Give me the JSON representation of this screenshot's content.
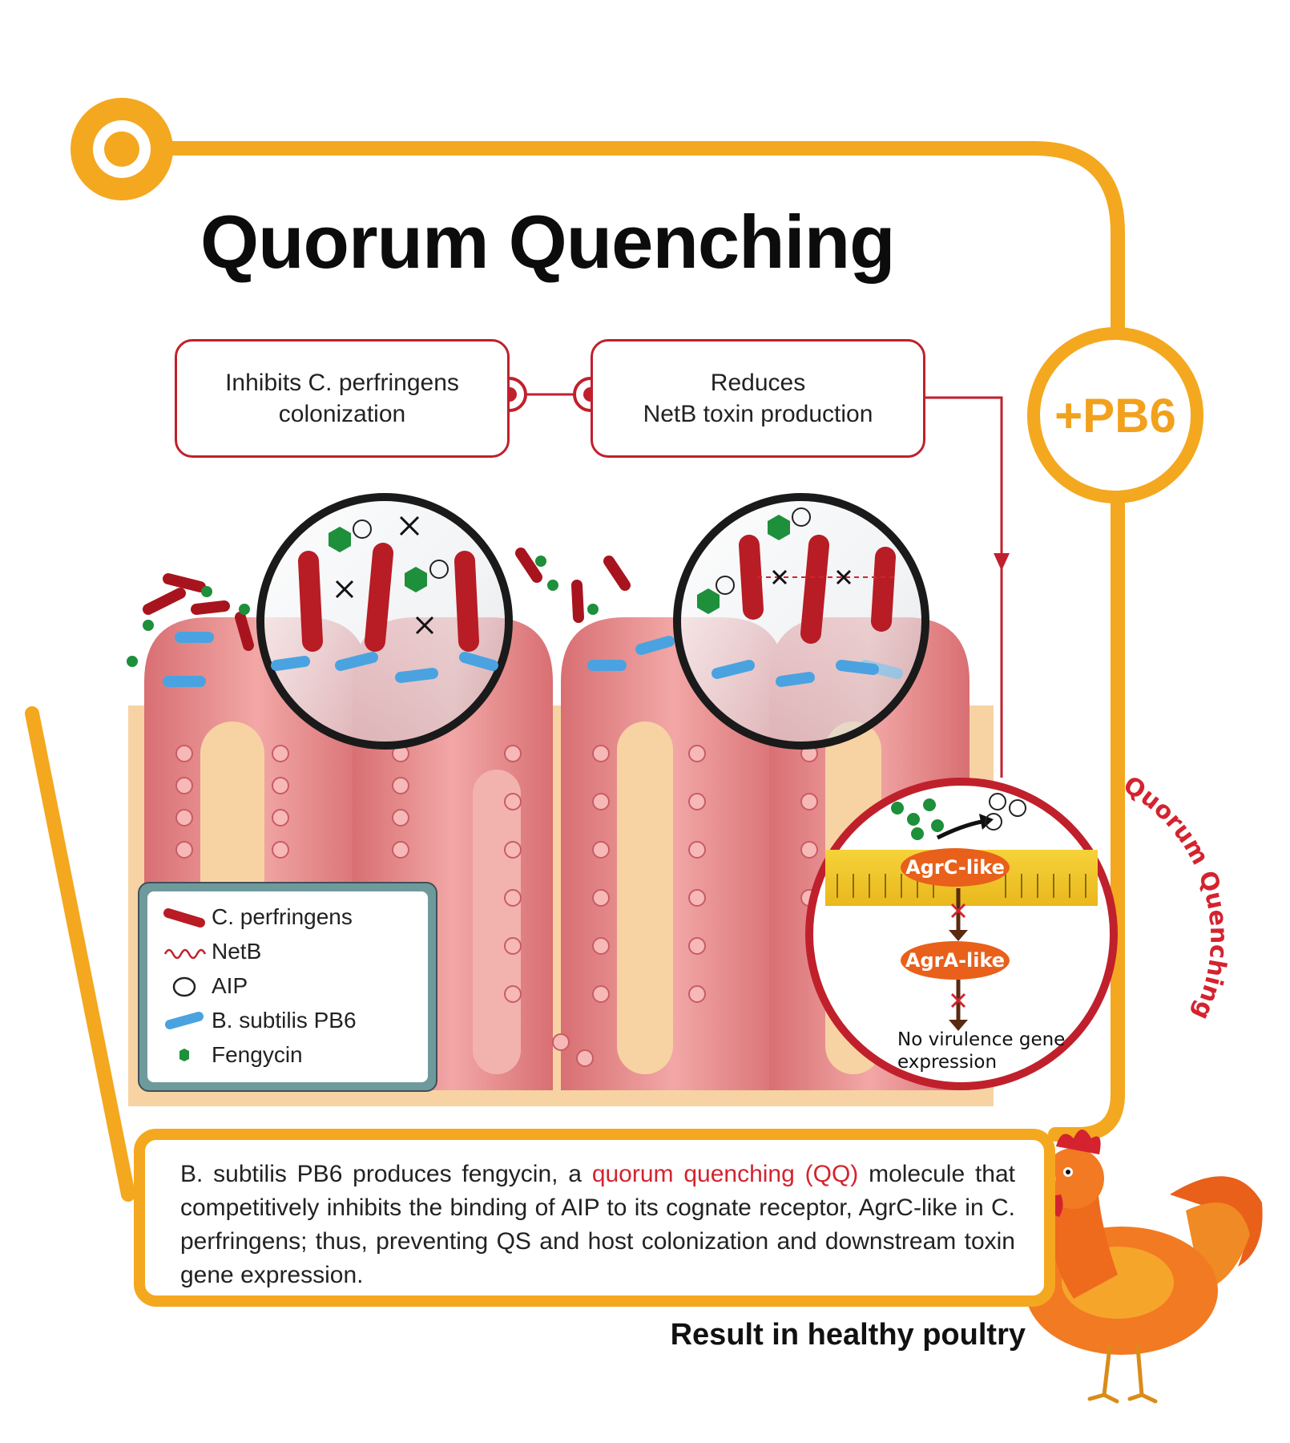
{
  "title": "Quorum Quenching",
  "box_left": {
    "line1": "Inhibits C. perfringens",
    "line2": "colonization"
  },
  "box_right": {
    "line1": "Reduces",
    "line2": "NetB toxin production"
  },
  "badge": "+PB6",
  "side_label": "Quorum Quenching",
  "mechanism": {
    "receptor": "AgrC-like",
    "regulator": "AgrA-like",
    "outcome_line1": "No virulence gene",
    "outcome_line2": "expression"
  },
  "legend": {
    "items": [
      {
        "label": "C. perfringens",
        "icon": "red-rod-icon"
      },
      {
        "label": "NetB",
        "icon": "wavy-line-icon"
      },
      {
        "label": "AIP",
        "icon": "ring-icon"
      },
      {
        "label": "B. subtilis PB6",
        "icon": "blue-rod-icon"
      },
      {
        "label": "Fengycin",
        "icon": "green-hexagon-icon"
      }
    ]
  },
  "description": {
    "part1": "B. subtilis PB6 produces fengycin, a ",
    "highlight": "quorum quenching (QQ)",
    "part2": " molecule that competitively inhibits the binding of AIP to its cognate receptor, AgrC-like in C. perfringens; thus, preventing QS and host colonization and downstream toxin gene expression."
  },
  "result": "Result in healthy poultry",
  "colors": {
    "accent_orange": "#f4a81f",
    "accent_red": "#c0202c",
    "highlight_red": "#d4232f",
    "tissue_pink": "#e78d8f",
    "tissue_base": "#f7d3a4",
    "pb6_blue": "#4aa3e0",
    "fengycin_green": "#1e8f3a",
    "legend_frame": "#6f9a9c"
  }
}
